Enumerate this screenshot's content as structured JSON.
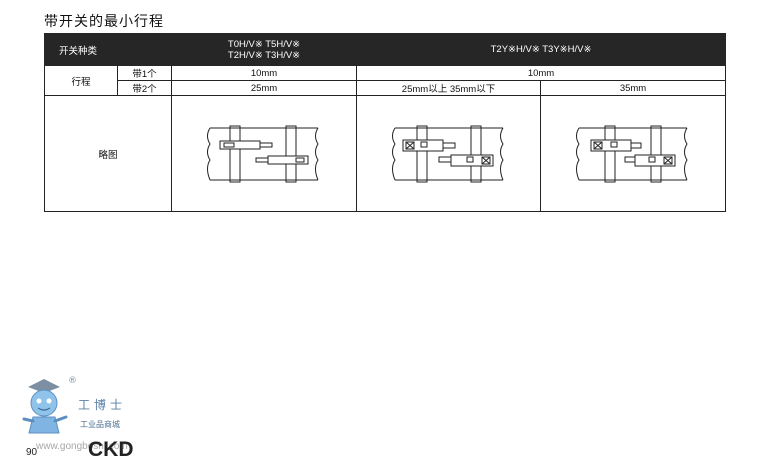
{
  "title": "带开关的最小行程",
  "table": {
    "header": {
      "category": "开关种类",
      "group1_line1": "T0H/V※ T5H/V※",
      "group1_line2": "T2H/V※ T3H/V※",
      "group2": "T2Y※H/V※ T3Y※H/V※"
    },
    "stroke_label": "行程",
    "row1": {
      "label": "带1个",
      "group1": "10mm",
      "group2": "10mm"
    },
    "row2": {
      "label": "带2个",
      "group1": "25mm",
      "group2a": "25mm以上 35mm以下",
      "group2b": "35mm"
    },
    "diagram_label": "略图"
  },
  "footer": {
    "logo_brand": "工博士",
    "registered": "®",
    "shop": "工业品商城",
    "url": "www.gongboshi.com",
    "page": "90",
    "maker": "CKD"
  }
}
